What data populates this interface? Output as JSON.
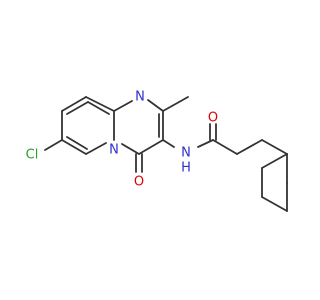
{
  "molecule": {
    "atoms": {
      "cl": {
        "text": "Cl",
        "color": "#2aa02a"
      },
      "n_ring": {
        "text": "N",
        "color": "#2f2fd0"
      },
      "n_imine": {
        "text": "N",
        "color": "#2f2fd0"
      },
      "o_ketone": {
        "text": "O",
        "color": "#e00000"
      },
      "o_amide": {
        "text": "O",
        "color": "#e00000"
      },
      "nh": {
        "text": "N",
        "color": "#2f2fd0"
      },
      "nh_h": {
        "text": "H",
        "color": "#2f2fd0"
      }
    },
    "bond_color": "#333333"
  }
}
